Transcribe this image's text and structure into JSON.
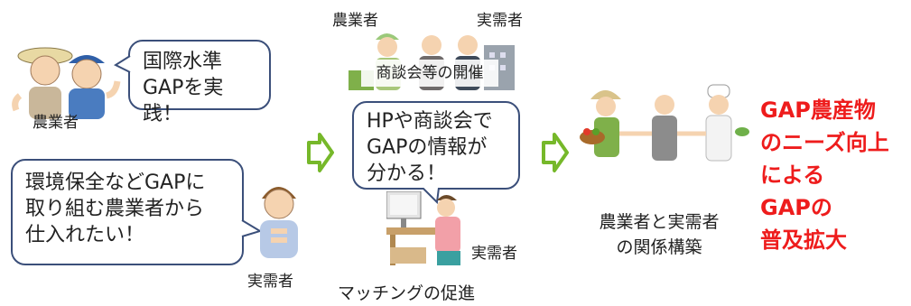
{
  "farmer_group": {
    "label": "農業者",
    "bubble_lines": [
      "国際水準",
      "GAPを実践！"
    ]
  },
  "buyer": {
    "label": "実需者",
    "bubble_lines": [
      "環境保全などGAPに",
      "取り組む農業者から",
      "仕入れたい！"
    ]
  },
  "meeting": {
    "farmer_label": "農業者",
    "buyer_label": "実需者",
    "banner": "商談会等の開催",
    "bubble_lines": [
      "HPや商談会で",
      "GAPの情報が",
      "分かる！"
    ],
    "pc_buyer_label": "実需者",
    "caption": "マッチングの促進"
  },
  "relationship": {
    "caption_lines": [
      "農業者と実需者",
      "の関係構築"
    ]
  },
  "result_lines": [
    "GAP農産物",
    "のニーズ向上",
    "による",
    "GAPの",
    "普及拡大"
  ],
  "colors": {
    "arrow": "#76b82a",
    "bubble_border": "#3b4f7a",
    "result_text": "#ee1c1c"
  }
}
